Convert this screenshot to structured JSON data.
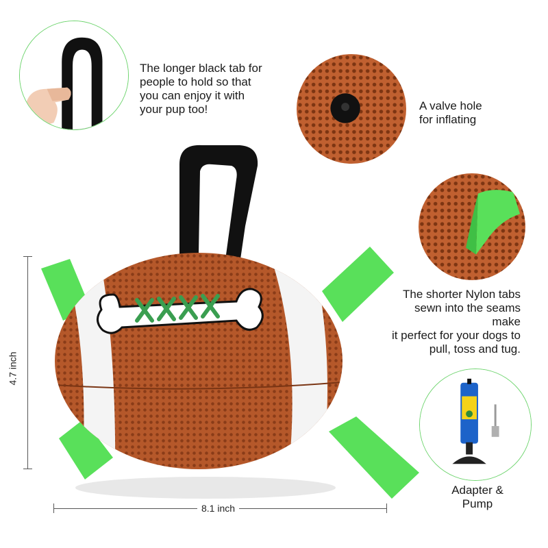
{
  "callouts": {
    "black_tab": [
      "The longer black tab for",
      "people to hold so that",
      "you can enjoy it with",
      "your pup too!"
    ],
    "valve": [
      "A valve hole",
      "for inflating"
    ],
    "nylon_tabs": [
      "The shorter Nylon tabs",
      "sewn into the seams make",
      "it perfect for your dogs to",
      "pull, toss and tug."
    ],
    "pump": [
      "Adapter &",
      "Pump"
    ]
  },
  "dimensions": {
    "height": "4.7 inch",
    "width": "8.1 inch"
  },
  "colors": {
    "ball_brown": "#b5582a",
    "tab_green": "#59e05a",
    "stripe_white": "#f4f4f4",
    "tab_black": "#111111",
    "circle_border": "#6dd46d",
    "pump_blue": "#1d63c9"
  }
}
